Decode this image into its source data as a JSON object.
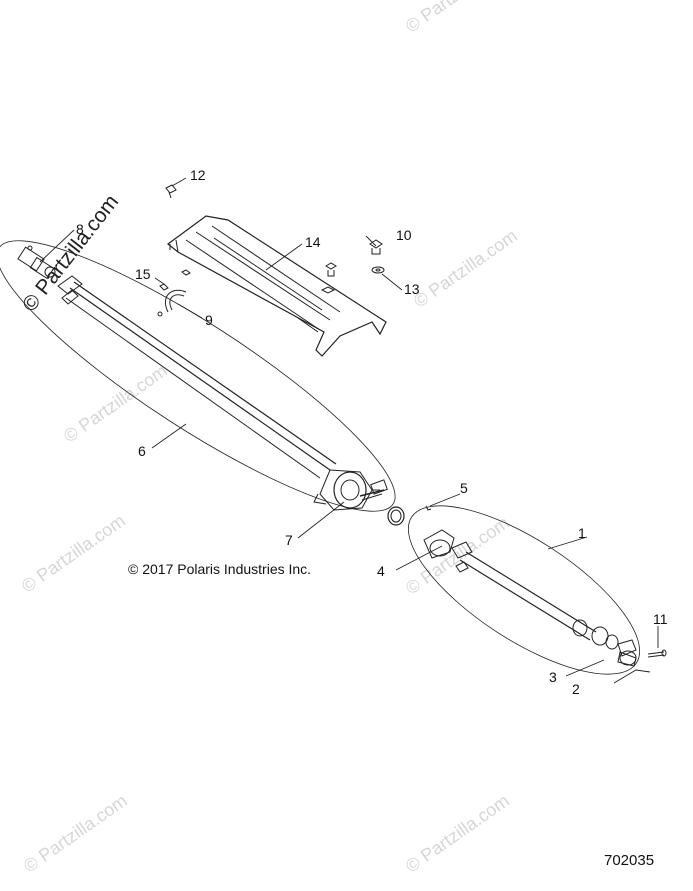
{
  "watermark_text": "© Partzilla.com",
  "copyright": "© 2017 Polaris Industries Inc.",
  "diagram_number": "702035",
  "callouts": [
    {
      "id": "c1",
      "label": "1"
    },
    {
      "id": "c2",
      "label": "2"
    },
    {
      "id": "c3",
      "label": "3"
    },
    {
      "id": "c4",
      "label": "4"
    },
    {
      "id": "c5",
      "label": "5"
    },
    {
      "id": "c6",
      "label": "6"
    },
    {
      "id": "c7",
      "label": "7"
    },
    {
      "id": "c8",
      "label": "8"
    },
    {
      "id": "c9",
      "label": "9"
    },
    {
      "id": "c10",
      "label": "10"
    },
    {
      "id": "c11",
      "label": "11"
    },
    {
      "id": "c12",
      "label": "12"
    },
    {
      "id": "c13",
      "label": "13"
    },
    {
      "id": "c14",
      "label": "14"
    },
    {
      "id": "c15",
      "label": "15"
    }
  ],
  "colors": {
    "line": "#222222",
    "watermark": "#d6d6d6",
    "background": "#ffffff"
  }
}
